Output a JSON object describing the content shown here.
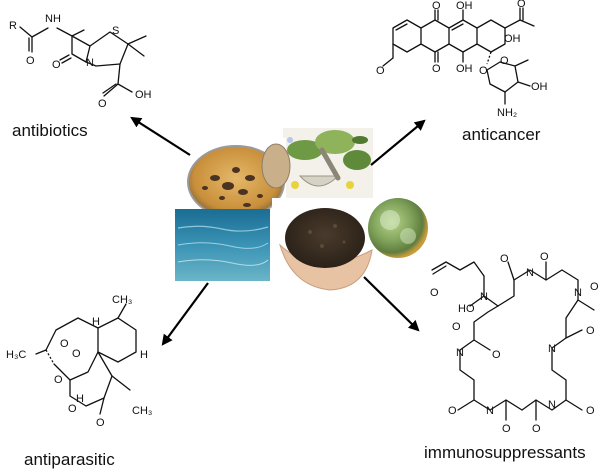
{
  "categories": {
    "antibiotics": "antibiotics",
    "anticancer": "anticancer",
    "antiparasitic": "antiparasitic",
    "immunosuppressants": "immunosuppressants"
  },
  "penicillin": {
    "r": "R",
    "nh": "NH",
    "s": "S",
    "n": "N",
    "o1": "O",
    "o2": "O",
    "oh": "OH",
    "o3": "O"
  },
  "doxorubicin": {
    "o1": "O",
    "oh1": "OH",
    "o2": "O",
    "oh2": "OH",
    "oh3": "OH",
    "o3": "O",
    "ome": "O",
    "ome2": "O",
    "oh4": "OH",
    "nh2": "NH₂",
    "o4": "O"
  },
  "artemisinin": {
    "ch3a": "CH₃",
    "h3c": "H₃C",
    "oo1": "O",
    "oo2": "O",
    "h1": "H",
    "h2": "H",
    "o_a": "O",
    "o_b": "O",
    "h3": "H",
    "ch3b": "CH₃",
    "o_c": "O"
  },
  "cyclosporin": {
    "ho": "HO",
    "n_labels": [
      "N",
      "N",
      "N",
      "N",
      "N",
      "N",
      "N"
    ],
    "o_labels": [
      "O",
      "O",
      "O",
      "O",
      "O",
      "O",
      "O",
      "O",
      "O",
      "O",
      "O"
    ]
  }
}
